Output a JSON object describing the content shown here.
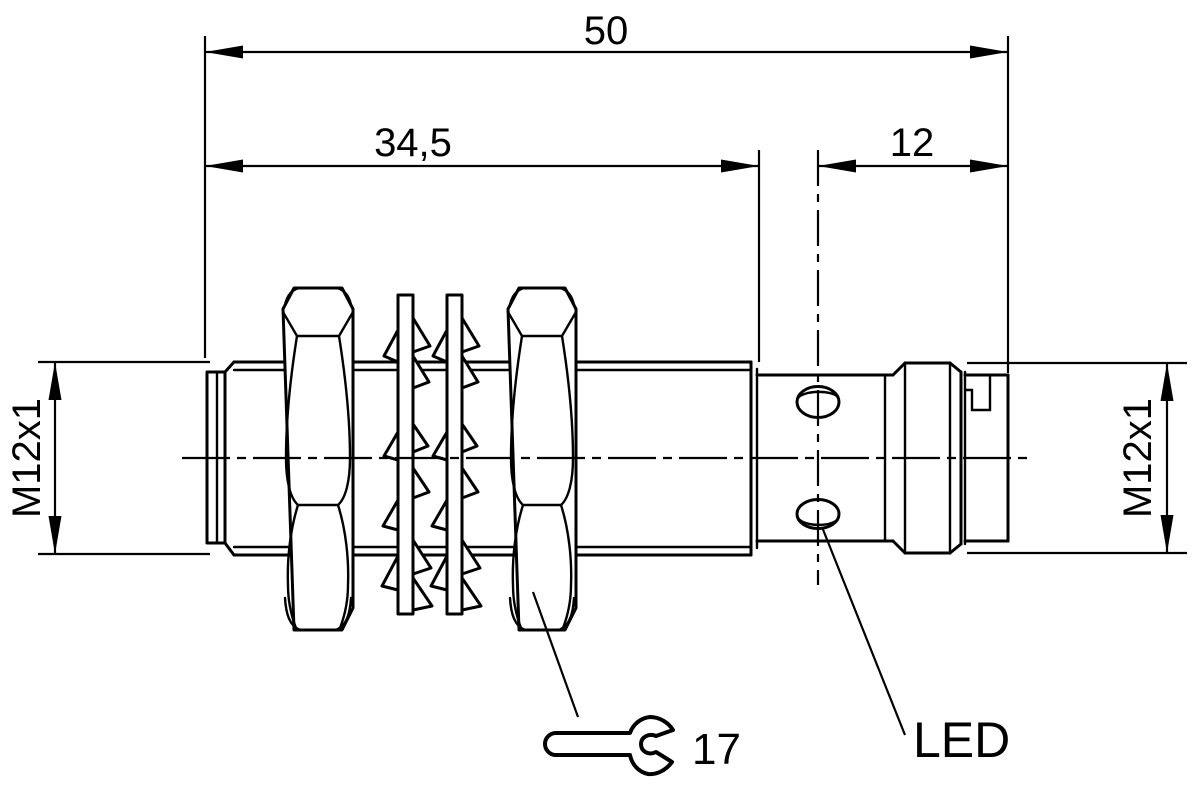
{
  "drawing": {
    "background_color": "#ffffff",
    "line_color": "#000000",
    "dims": {
      "overall_length": "50",
      "thread_length": "34,5",
      "led_to_rear": "12",
      "front_thread": "M12x1",
      "rear_thread": "M12x1",
      "wrench_size": "17"
    },
    "labels": {
      "led": "LED"
    },
    "icons": {
      "wrench": "open-end-wrench"
    }
  }
}
